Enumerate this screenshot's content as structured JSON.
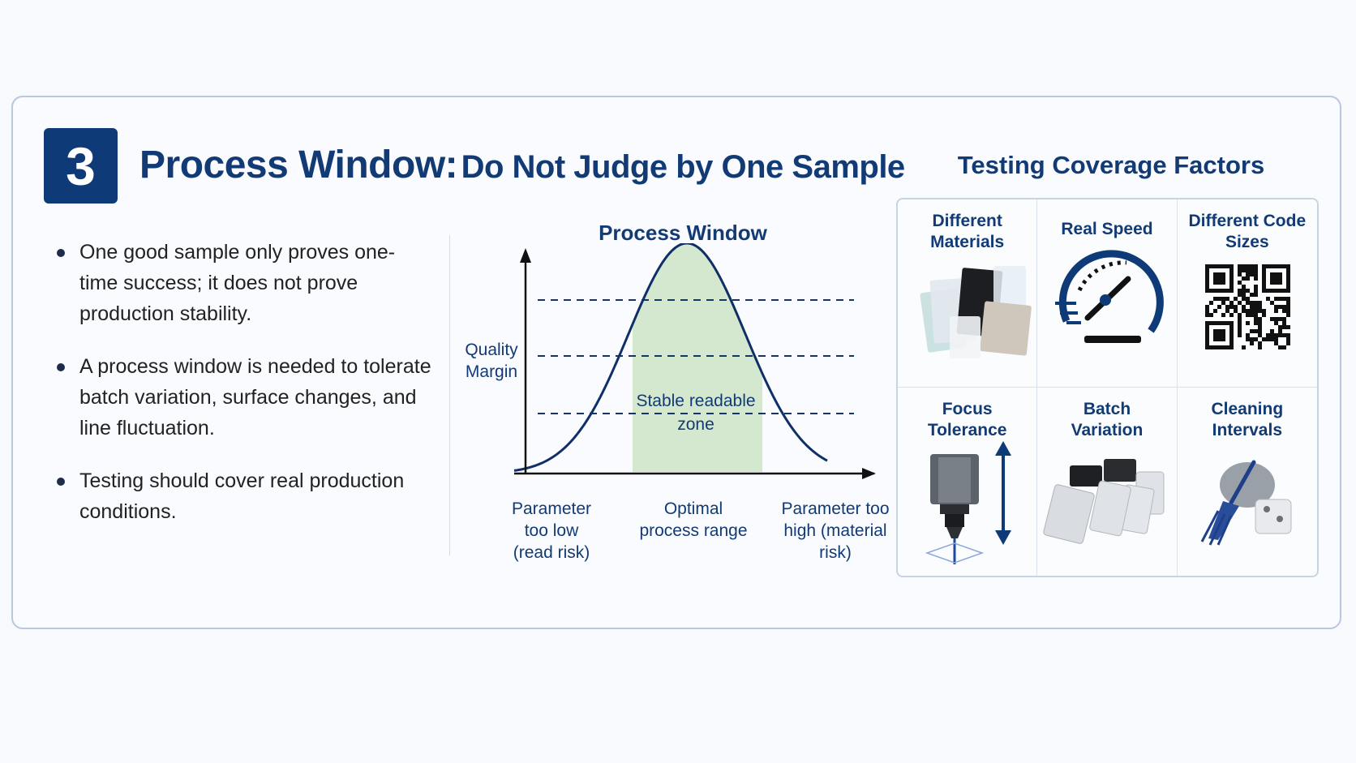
{
  "badge_number": "3",
  "title": {
    "main": "Process Window:",
    "sub": "Do Not Judge by One Sample"
  },
  "bullets": [
    "One good sample only proves one-time success; it does not prove production stability.",
    "A process window is needed to tolerate batch variation, surface changes, and line fluctuation.",
    "Testing should cover real production conditions."
  ],
  "chart_data": {
    "type": "area",
    "title": "Process Window",
    "ylabel": "Quality Margin",
    "x_regions": [
      {
        "label": "Parameter too low (read risk)"
      },
      {
        "label": "Optimal process range"
      },
      {
        "label": "Parameter too high (material risk)"
      }
    ],
    "shaded_zone_label": "Stable readable zone",
    "threshold_lines": 3,
    "grid": false
  },
  "factors": {
    "title": "Testing Coverage Factors",
    "items": [
      {
        "label": "Different\nMaterials",
        "icon": "material-samples-icon"
      },
      {
        "label": "Real Speed",
        "icon": "speedometer-icon"
      },
      {
        "label": "Different Code\nSizes",
        "icon": "qr-code-icon"
      },
      {
        "label": "Focus\nTolerance",
        "icon": "laser-focus-icon"
      },
      {
        "label": "Batch\nVariation",
        "icon": "batch-parts-icon"
      },
      {
        "label": "Cleaning\nIntervals",
        "icon": "cleaning-brush-icon"
      }
    ]
  },
  "colors": {
    "accent": "#0e3a78",
    "zone": "#d3e8cf",
    "curve": "#0f2f66"
  }
}
